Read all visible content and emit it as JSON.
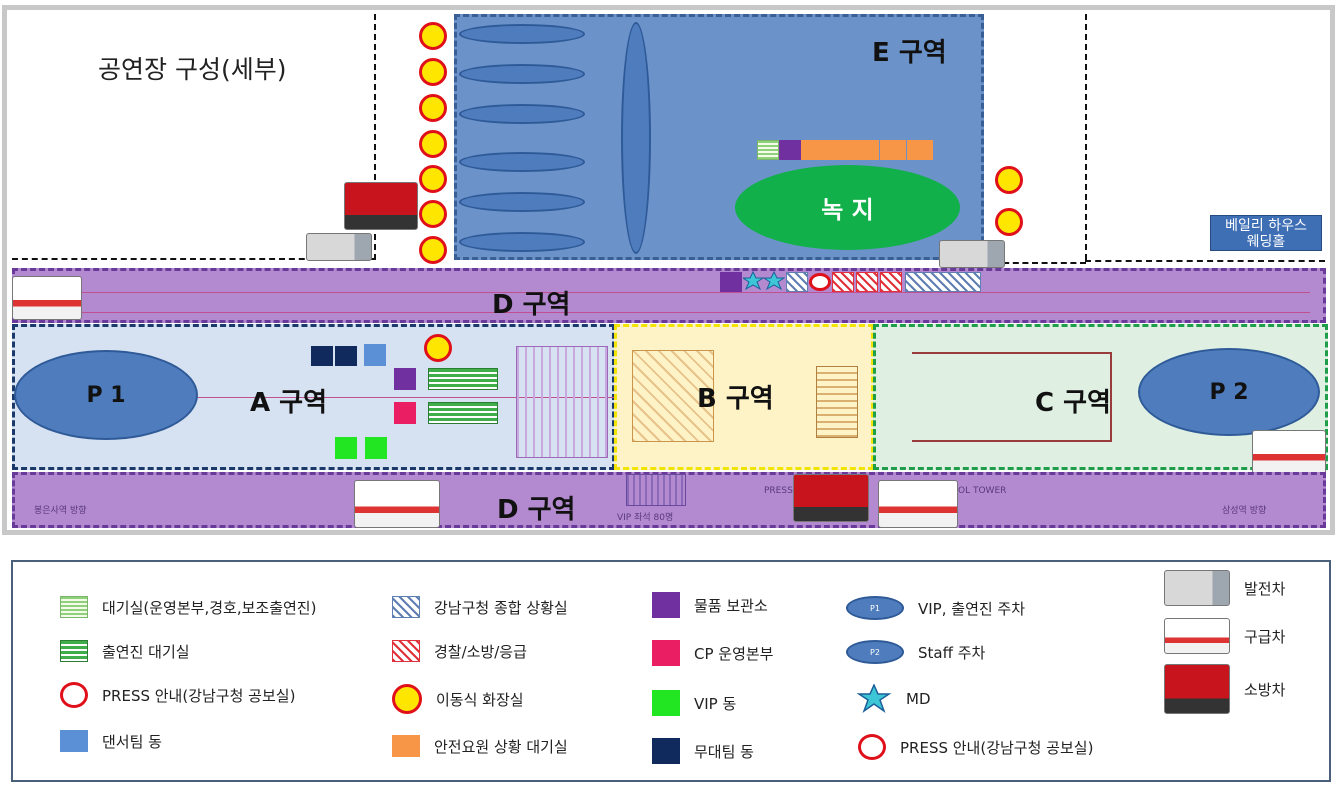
{
  "title": "공연장 구성(세부)",
  "zones": {
    "E": "E 구역",
    "D_top": "D 구역",
    "D_bottom": "D 구역",
    "A": "A 구역",
    "B": "B 구역",
    "C": "C 구역",
    "P1": "P 1",
    "P2": "P 2",
    "green": "녹 지"
  },
  "building": "베일리 하우스\n웨딩홀",
  "faint_labels": {
    "left_dir": "봉은사역 방향",
    "right_dir": "삼성역 방향",
    "vip_seats": "VIP 좌석 80명",
    "press": "PRESS",
    "tower": "OL TOWER"
  },
  "legend": {
    "col1": [
      {
        "icon": "light-wait",
        "label": "대기실(운영본부,경호,보조출연진)"
      },
      {
        "icon": "green-wait",
        "label": "출연진 대기실"
      },
      {
        "icon": "press",
        "label": "PRESS 안내(강남구청 공보실)"
      },
      {
        "icon": "blue",
        "label": "댄서팀 동"
      }
    ],
    "col2": [
      {
        "icon": "hatch-blue",
        "label": "강남구청 종합 상황실"
      },
      {
        "icon": "hatch-red",
        "label": "경찰/소방/응급"
      },
      {
        "icon": "toilet",
        "label": "이동식 화장실"
      },
      {
        "icon": "orange",
        "label": "안전요원 상황 대기실"
      }
    ],
    "col3": [
      {
        "icon": "purple",
        "label": "물품 보관소"
      },
      {
        "icon": "pink",
        "label": "CP 운영본부"
      },
      {
        "icon": "green",
        "label": "VIP 동"
      },
      {
        "icon": "navy",
        "label": "무대팀 동"
      }
    ],
    "col4": [
      {
        "icon": "p1",
        "badge": "P1",
        "label": "VIP, 출연진 주차"
      },
      {
        "icon": "p2",
        "badge": "P2",
        "label": "Staff 주차"
      },
      {
        "icon": "md",
        "label": "MD"
      },
      {
        "icon": "press",
        "label": "PRESS 안내(강남구청 공보실)"
      }
    ],
    "vehicles": [
      {
        "icon": "generator-truck",
        "label": "발전차"
      },
      {
        "icon": "ambulance",
        "label": "구급차"
      },
      {
        "icon": "fire-truck",
        "label": "소방차"
      }
    ]
  },
  "colors": {
    "zoneE": "#6b93c9",
    "zoneD": "#b38ad0",
    "zoneA": "#d6e1f1",
    "zoneB": "#fdf3c6",
    "zoneC": "#dff0e3",
    "green_area": "#12b04a"
  }
}
